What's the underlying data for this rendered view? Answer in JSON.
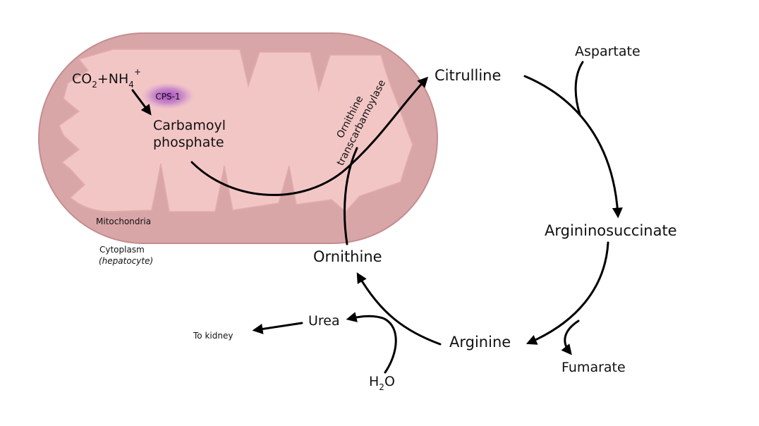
{
  "compartments": {
    "mitochondria": "Mitochondria",
    "cytoplasm": "Cytoplasm",
    "cell_type": "(hepatocyte)"
  },
  "reactants": {
    "co2": {
      "base": "CO",
      "sub": "2"
    },
    "plus": "+",
    "nh4": {
      "base": "NH",
      "sub": "4",
      "sup": "+"
    }
  },
  "enzymes": {
    "cps1": "CPS-1",
    "otc_line1": "Ornithine",
    "otc_line2": "transcarbamoylase"
  },
  "metabolites": {
    "carbamoyl_line1": "Carbamoyl",
    "carbamoyl_line2": "phosphate",
    "citrulline": "Citrulline",
    "aspartate": "Aspartate",
    "argininosuccinate": "Argininosuccinate",
    "fumarate": "Fumarate",
    "arginine": "Arginine",
    "ornithine": "Ornithine",
    "urea": "Urea",
    "to_kidney": "To kidney",
    "water": {
      "base": "H",
      "sub": "2",
      "tail": "O"
    }
  },
  "colors": {
    "mito_outer": "#d9a6a8",
    "mito_outer_stroke": "#c48d8f",
    "mito_inner": "#f3c6c6",
    "cps_glow": "#9b3fc0",
    "arrow": "#000000"
  }
}
